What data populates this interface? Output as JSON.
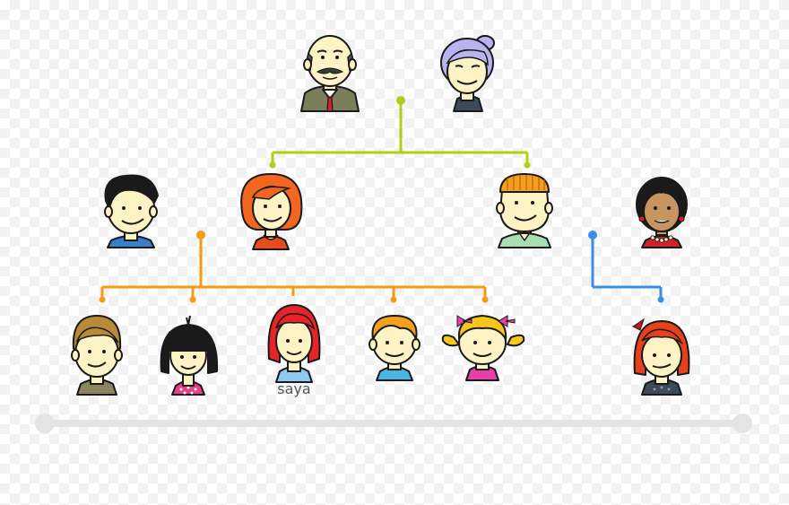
{
  "tree": {
    "people": [
      {
        "id": "grandfather",
        "generation": 1
      },
      {
        "id": "grandmother",
        "generation": 1
      },
      {
        "id": "uncle-black-hair",
        "generation": 2
      },
      {
        "id": "mother-red-hair",
        "generation": 2
      },
      {
        "id": "father-orange-hair",
        "generation": 2
      },
      {
        "id": "aunt-black-hair",
        "generation": 2
      },
      {
        "id": "child-brown-hair",
        "generation": 3
      },
      {
        "id": "child-black-bob",
        "generation": 3
      },
      {
        "id": "child-red-hair",
        "generation": 3,
        "label": "saya"
      },
      {
        "id": "child-orange-hair",
        "generation": 3
      },
      {
        "id": "child-blonde-pigtails",
        "generation": 3
      },
      {
        "id": "cousin-red-hair",
        "generation": 3
      }
    ],
    "labels": {
      "saya": "saya"
    },
    "colors": {
      "green_link": "#b5cc18",
      "orange_link": "#f39c12",
      "blue_link": "#3a8ee6",
      "skin": "#fdf3c4",
      "outline": "#1a1a1a",
      "scroll_track": "#e4e4e4"
    }
  }
}
